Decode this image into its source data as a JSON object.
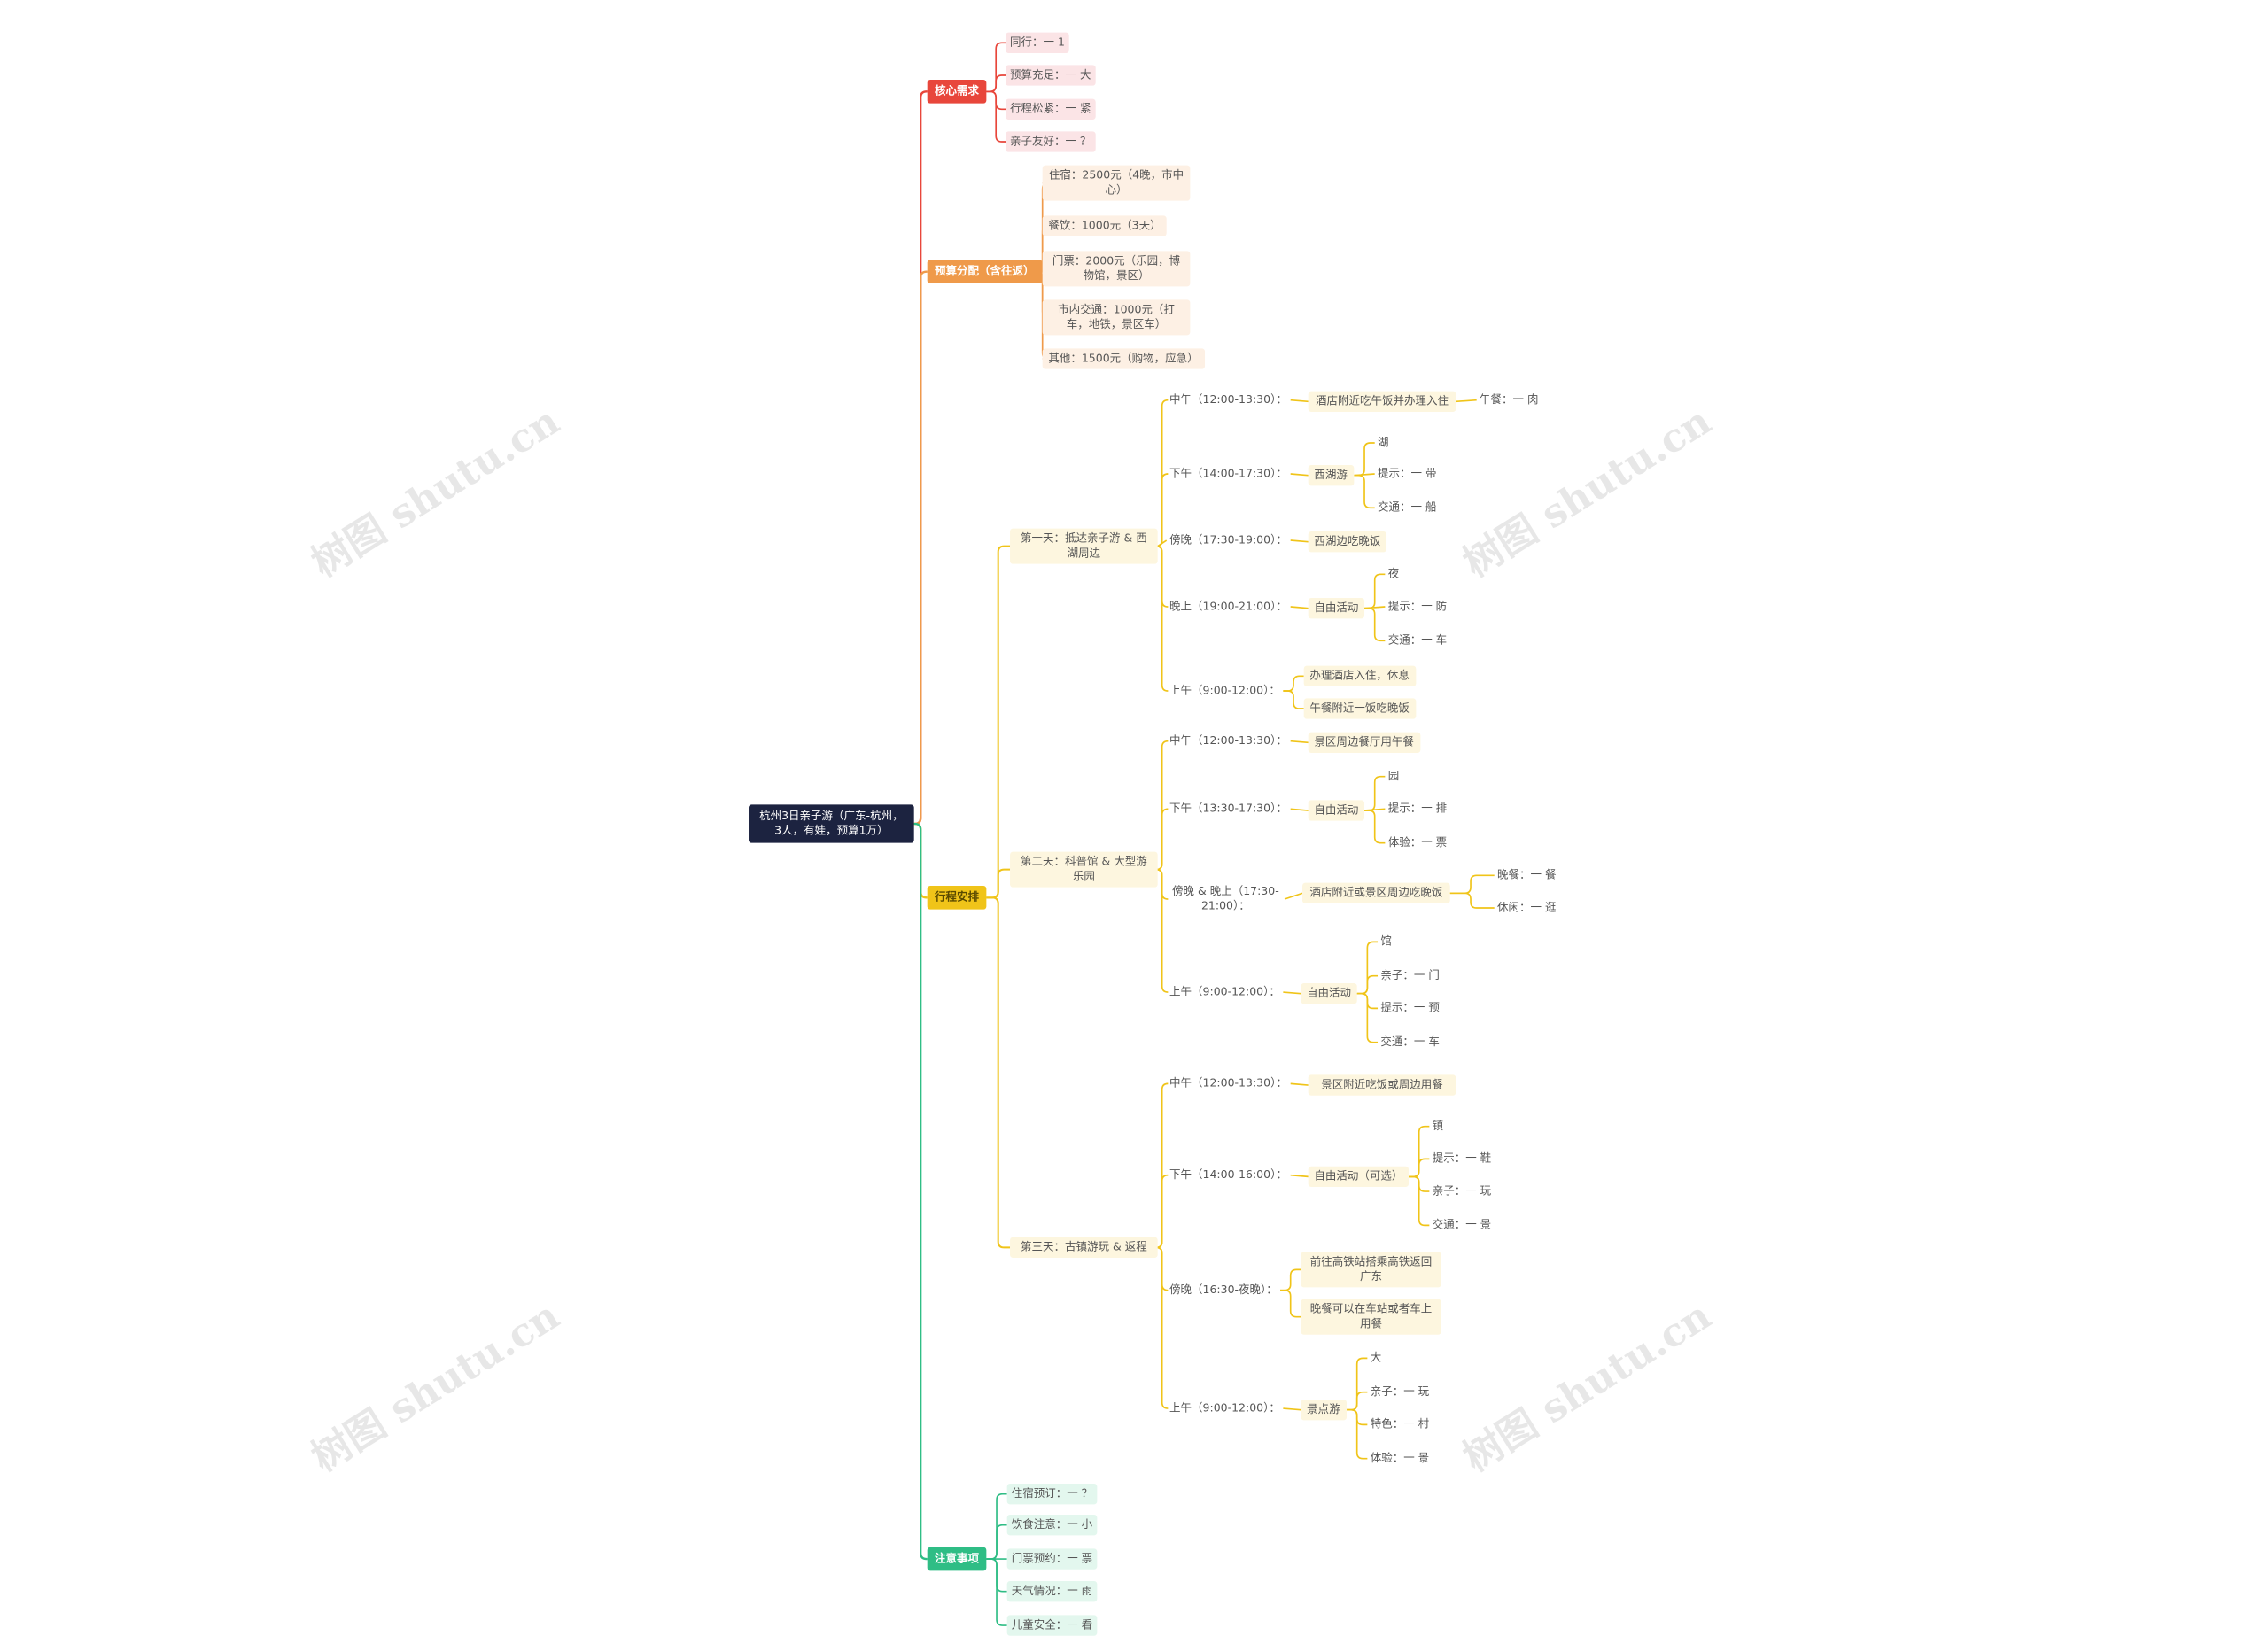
{
  "root": "杭州3日亲子游（广东-杭州，3人，有娃，预算1万）",
  "branches": [
    {
      "label": "核心需求",
      "color": "#e8463b",
      "children": [
        "同行：一 1",
        "预算充足：一 大",
        "行程松紧：一 紧",
        "亲子友好：一 ？"
      ]
    },
    {
      "label": "预算分配（含往返）",
      "color": "#ef9a4a",
      "children": [
        "住宿：2500元（4晚，市中心）",
        "餐饮：1000元（3天）",
        "门票：2000元（乐园，博物馆，景区）",
        "市内交通：1000元（打车，地铁，景区车）",
        "其他：1500元（购物，应急）"
      ]
    },
    {
      "label": "行程安排",
      "color": "#f0c419",
      "days": [
        {
          "label": "第一天：抵达亲子游 & 西湖周边",
          "slots": [
            {
              "label": "中午（12:00-13:30）：",
              "detail": "酒店附近吃午饭并办理入住",
              "extras": [
                "午餐：一 肉"
              ]
            },
            {
              "label": "下午（14:00-17:30）：",
              "detail": "西湖游",
              "extras": [
                "湖",
                "提示：一 带",
                "交通：一 船"
              ]
            },
            {
              "label": "傍晚（17:30-19:00）：",
              "detail": "西湖边吃晚饭"
            },
            {
              "label": "晚上（19:00-21:00）：",
              "detail": "自由活动",
              "extras": [
                "夜",
                "提示：一 防",
                "交通：一 车"
              ]
            },
            {
              "label": "上午（9:00-12:00）：",
              "detail": "",
              "extras": [
                "办理酒店入住，休息",
                "午餐附近一饭吃晚饭"
              ]
            }
          ]
        },
        {
          "label": "第二天：科普馆 & 大型游乐园",
          "slots": [
            {
              "label": "中午（12:00-13:30）：",
              "detail": "景区周边餐厅用午餐"
            },
            {
              "label": "下午（13:30-17:30）：",
              "detail": "自由活动",
              "extras": [
                "园",
                "提示：一 排",
                "体验：一 票"
              ]
            },
            {
              "label": "傍晚 & 晚上（17:30-21:00）：",
              "detail": "酒店附近或景区周边吃晚饭",
              "extras": [
                "晚餐：一 餐",
                "休闲：一 逛"
              ]
            },
            {
              "label": "上午（9:00-12:00）：",
              "detail": "自由活动",
              "extras": [
                "馆",
                "亲子：一 门",
                "提示：一 预",
                "交通：一 车"
              ]
            }
          ]
        },
        {
          "label": "第三天：古镇游玩 & 返程",
          "slots": [
            {
              "label": "中午（12:00-13:30）：",
              "detail": "景区附近吃饭或周边用餐"
            },
            {
              "label": "下午（14:00-16:00）：",
              "detail": "自由活动（可选）",
              "extras": [
                "镇",
                "提示：一 鞋",
                "亲子：一 玩",
                "交通：一 景"
              ]
            },
            {
              "label": "傍晚（16:30-夜晚）：",
              "detail": "",
              "extras": [
                "前往高铁站搭乘高铁返回广东",
                "晚餐可以在车站或者车上用餐"
              ]
            },
            {
              "label": "上午（9:00-12:00）：",
              "detail": "景点游",
              "extras": [
                "大",
                "亲子：一 玩",
                "特色：一 村",
                "体验：一 景"
              ]
            }
          ]
        }
      ]
    },
    {
      "label": "注意事项",
      "color": "#2fbd85",
      "children": [
        "住宿预订：一 ？",
        "饮食注意：一 小",
        "门票预约：一 票",
        "天气情况：一 雨",
        "儿童安全：一 看"
      ]
    }
  ],
  "watermark": "树图 shutu.cn"
}
